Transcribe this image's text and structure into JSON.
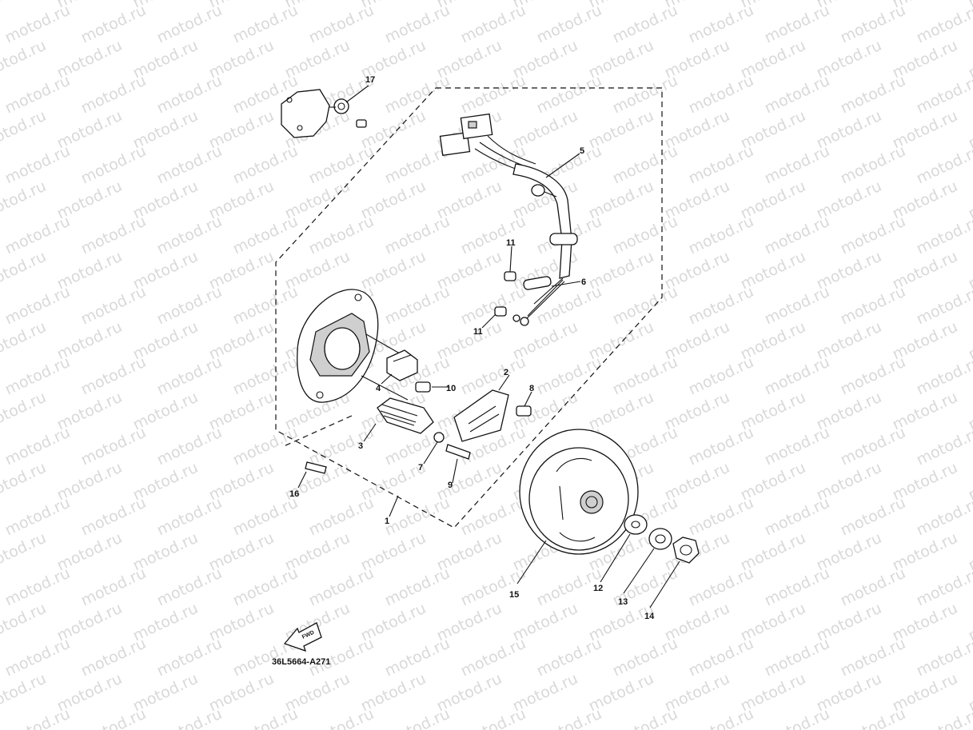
{
  "watermark": {
    "text": "motod.ru"
  },
  "diagram_code": "36L5664-A271",
  "fwd_arrow_label": "FWD",
  "callouts": [
    "1",
    "2",
    "3",
    "4",
    "5",
    "6",
    "7",
    "8",
    "9",
    "10",
    "11",
    "11",
    "12",
    "13",
    "14",
    "15",
    "16",
    "17"
  ]
}
